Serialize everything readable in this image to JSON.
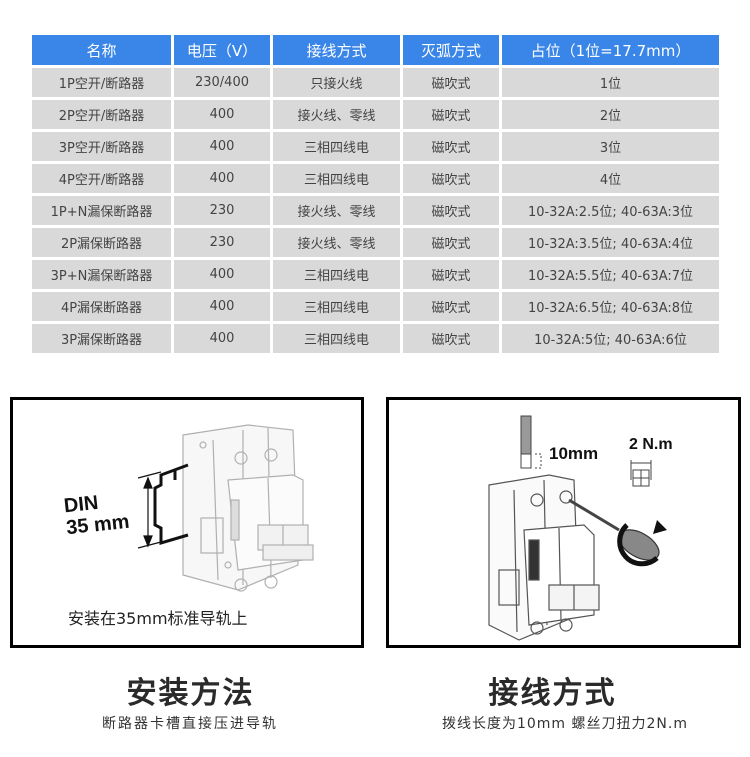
{
  "table": {
    "headers": [
      "名称",
      "电压（V）",
      "接线方式",
      "灭弧方式",
      "占位（1位=17.7mm）"
    ],
    "rows": [
      [
        "1P空开/断路器",
        "230/400",
        "只接火线",
        "磁吹式",
        "1位"
      ],
      [
        "2P空开/断路器",
        "400",
        "接火线、零线",
        "磁吹式",
        "2位"
      ],
      [
        "3P空开/断路器",
        "400",
        "三相四线电",
        "磁吹式",
        "3位"
      ],
      [
        "4P空开/断路器",
        "400",
        "三相四线电",
        "磁吹式",
        "4位"
      ],
      [
        "1P+N漏保断路器",
        "230",
        "接火线、零线",
        "磁吹式",
        "10-32A:2.5位; 40-63A:3位"
      ],
      [
        "2P漏保断路器",
        "230",
        "接火线、零线",
        "磁吹式",
        "10-32A:3.5位; 40-63A:4位"
      ],
      [
        "3P+N漏保断路器",
        "400",
        "三相四线电",
        "磁吹式",
        "10-32A:5.5位; 40-63A:7位"
      ],
      [
        "4P漏保断路器",
        "400",
        "三相四线电",
        "磁吹式",
        "10-32A:6.5位; 40-63A:8位"
      ],
      [
        "3P漏保断路器",
        "400",
        "三相四线电",
        "磁吹式",
        "10-32A:5位; 40-63A:6位"
      ]
    ],
    "colors": {
      "header_bg": "#3a86e8",
      "header_text": "#ffffff",
      "row_bg": "#d9d9d9"
    }
  },
  "install_panel": {
    "din_label_line1": "DIN",
    "din_label_line2": "35 mm",
    "caption": "安装在35mm标准导轨上",
    "title": "安装方法",
    "subtitle": "断路器卡槽直接压进导轨"
  },
  "wiring_panel": {
    "strip_length_label": "10mm",
    "torque_label": "2 N.m",
    "title": "接线方式",
    "subtitle": "拨线长度为10mm 螺丝刀扭力2N.m"
  }
}
